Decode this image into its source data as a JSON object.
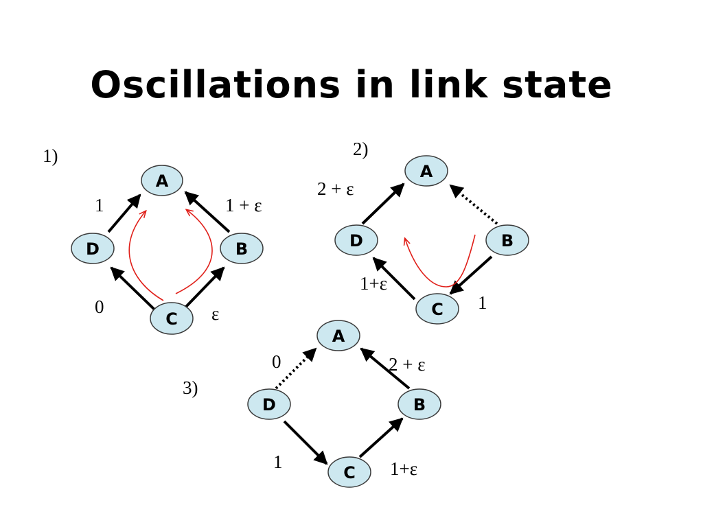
{
  "title": "Oscillations in link state",
  "diagrams": [
    {
      "label": "1)",
      "nodes": {
        "A": "A",
        "B": "B",
        "C": "C",
        "D": "D"
      },
      "costs": {
        "DA": "1",
        "BA": "1 + ε",
        "CD": "0",
        "CB": "ε"
      }
    },
    {
      "label": "2)",
      "nodes": {
        "A": "A",
        "B": "B",
        "C": "C",
        "D": "D"
      },
      "costs": {
        "DA": "2 + ε",
        "CD": "1+ε",
        "BC": "1"
      }
    },
    {
      "label": "3)",
      "nodes": {
        "A": "A",
        "B": "B",
        "C": "C",
        "D": "D"
      },
      "costs": {
        "DA": "0",
        "BA": "2 + ε",
        "DC": "1",
        "CB": "1+ε"
      }
    }
  ],
  "colors": {
    "node_fill": "#cde8f0",
    "path": "#e0201a",
    "edge": "#000000"
  }
}
